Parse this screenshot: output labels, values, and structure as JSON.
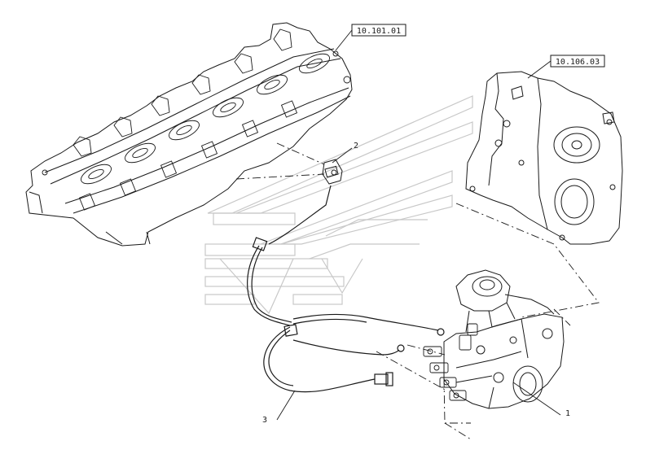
{
  "references": {
    "cylinder_head": "10.101.01",
    "timing_cover": "10.106.03"
  },
  "callouts": {
    "pump": "1",
    "sensor": "2",
    "harness": "3"
  },
  "colors": {
    "line": "#1a1a1a",
    "watermark": "#c8c8c8",
    "background": "#ffffff"
  }
}
